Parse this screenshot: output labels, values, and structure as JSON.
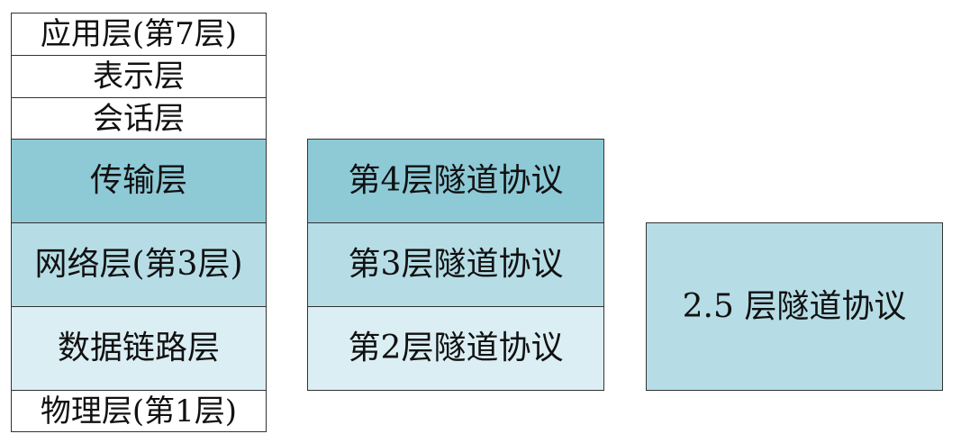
{
  "colors": {
    "white": "#ffffff",
    "dark_teal": "#8ecad6",
    "mid_teal": "#b6dde6",
    "light_teal": "#dbeef3",
    "border": "#333333"
  },
  "osi_layers": [
    {
      "label": "应用层(第7层)",
      "fill": "white"
    },
    {
      "label": "表示层",
      "fill": "white"
    },
    {
      "label": "会话层",
      "fill": "white"
    },
    {
      "label": "传输层",
      "fill": "dark_teal"
    },
    {
      "label": "网络层(第3层)",
      "fill": "mid_teal"
    },
    {
      "label": "数据链路层",
      "fill": "light_teal"
    },
    {
      "label": "物理层(第1层)",
      "fill": "white"
    }
  ],
  "tunnels": [
    {
      "label": "第4层隧道协议",
      "fill": "dark_teal"
    },
    {
      "label": "第3层隧道协议",
      "fill": "mid_teal"
    },
    {
      "label": "第2层隧道协议",
      "fill": "light_teal"
    }
  ],
  "tunnel_25": {
    "label": "2.5 层隧道协议",
    "fill": "mid_teal"
  }
}
